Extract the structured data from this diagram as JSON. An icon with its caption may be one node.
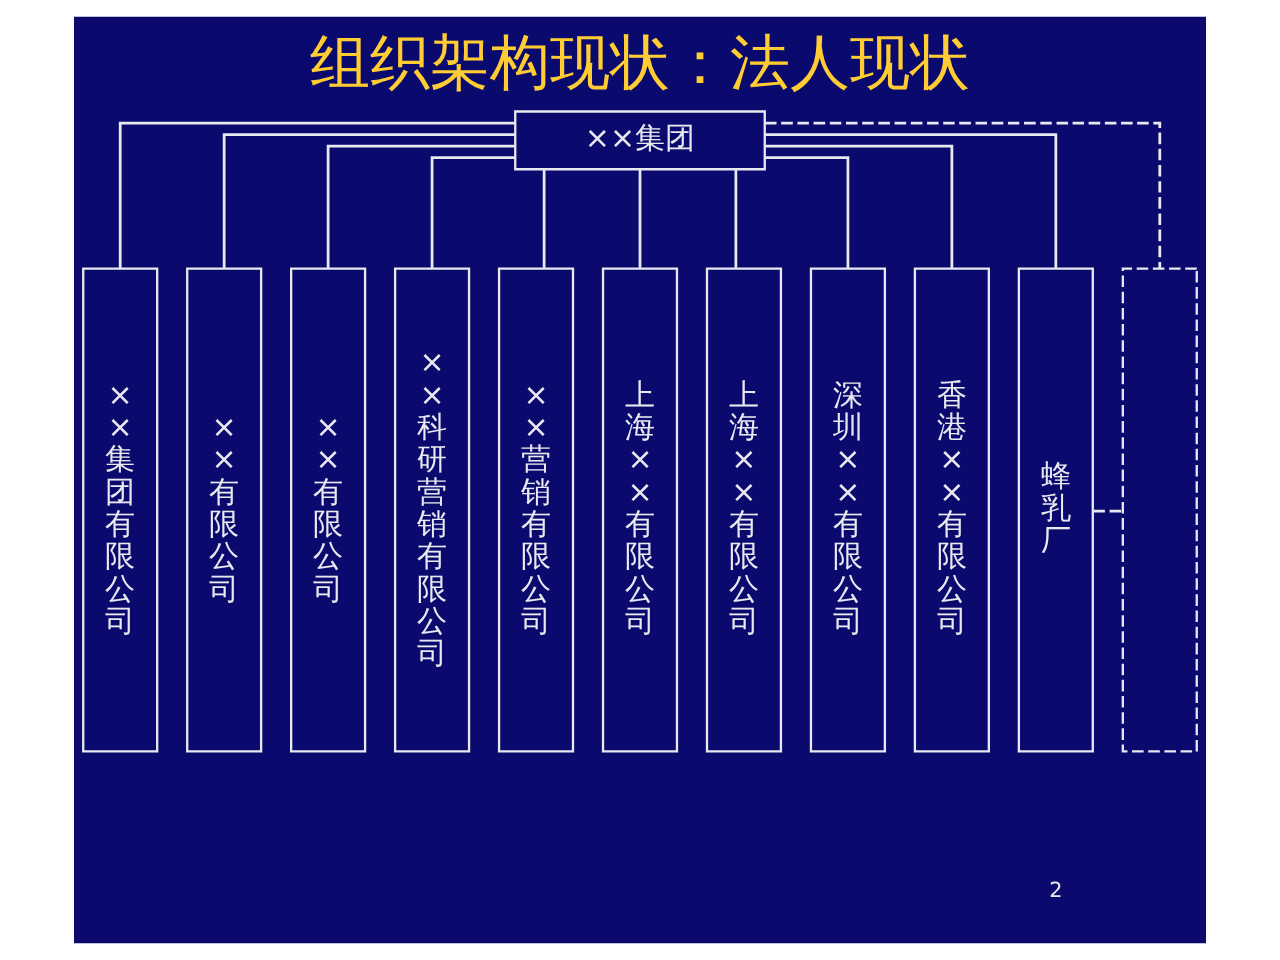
{
  "diagram": {
    "title": "组织架构现状：法人现状",
    "nodes": [
      {
        "text": [
          "××集团"
        ]
      },
      {
        "text": [
          "××集团有限公司"
        ]
      },
      {
        "text": [
          "××有限公司"
        ]
      },
      {
        "text": [
          "××有限公司"
        ]
      },
      {
        "text": [
          "××科研营销有限公司"
        ]
      },
      {
        "text": [
          "××营销有限公司"
        ]
      },
      {
        "text": [
          "上海××有限公司"
        ]
      },
      {
        "text": [
          "上海××有限公司"
        ]
      },
      {
        "text": [
          "深圳××有限公司"
        ]
      },
      {
        "text": [
          "香港××有限公司"
        ]
      },
      {
        "text": [
          "蜂乳厂"
        ]
      },
      {
        "text": [],
        "shape": "box"
      }
    ],
    "edges": [
      {
        "from": 0,
        "to": 1,
        "arrow": "none"
      },
      {
        "from": 0,
        "to": 2,
        "arrow": "none"
      },
      {
        "from": 0,
        "to": 3,
        "arrow": "none"
      },
      {
        "from": 0,
        "to": 4,
        "arrow": "none"
      },
      {
        "from": 0,
        "to": 5,
        "arrow": "none"
      },
      {
        "from": 0,
        "to": 6,
        "arrow": "none"
      },
      {
        "from": 0,
        "to": 7,
        "arrow": "none"
      },
      {
        "from": 0,
        "to": 8,
        "arrow": "none"
      },
      {
        "from": 0,
        "to": 9,
        "arrow": "none"
      },
      {
        "from": 0,
        "to": 10,
        "arrow": "none"
      },
      {
        "from": 0,
        "to": 11,
        "arrow": "none",
        "style": "dashed"
      },
      {
        "from": 10,
        "to": 11,
        "arrow": "none",
        "style": "dashed"
      }
    ],
    "labels": [
      "2"
    ]
  }
}
